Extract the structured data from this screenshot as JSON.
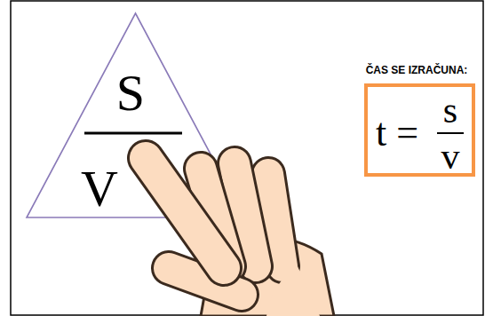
{
  "diagram": {
    "nodes": [
      {
        "text": [
          "S",
          "V"
        ]
      },
      {
        "text": [
          "ČAS SE IZRAČUNA:",
          "t =",
          "s",
          "v"
        ]
      }
    ]
  }
}
